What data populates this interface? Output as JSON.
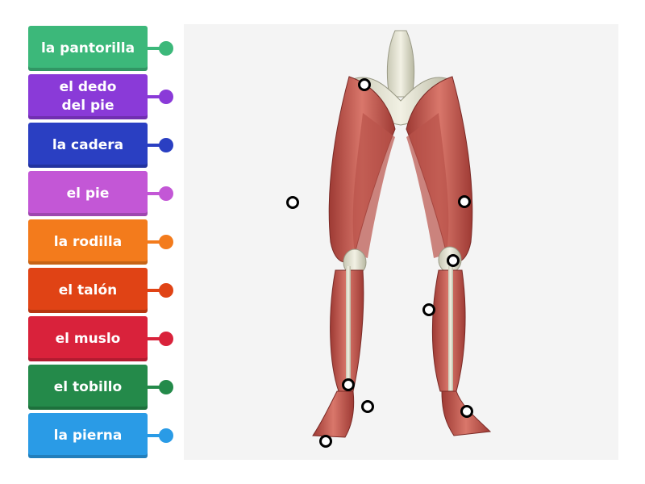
{
  "labels": [
    {
      "text": "la pantorilla",
      "color": "#3cb87a"
    },
    {
      "text": "el dedo\ndel pie",
      "color": "#8a3ad8"
    },
    {
      "text": "la cadera",
      "color": "#2a3fc2"
    },
    {
      "text": "el pie",
      "color": "#c357d6"
    },
    {
      "text": "la rodilla",
      "color": "#f37b1c"
    },
    {
      "text": "el talón",
      "color": "#e04315"
    },
    {
      "text": "el muslo",
      "color": "#d9223b"
    },
    {
      "text": "el tobillo",
      "color": "#248a4a"
    },
    {
      "text": "la pierna",
      "color": "#2a9be6"
    }
  ],
  "diagram": {
    "subject": "anatomical illustration of human leg muscles (front view)",
    "drop_targets_count": 9
  }
}
